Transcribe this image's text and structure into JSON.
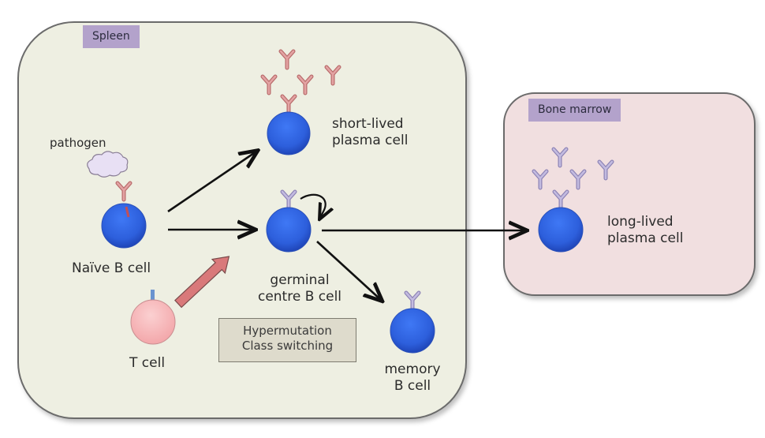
{
  "regions": {
    "spleen": {
      "label": "Spleen"
    },
    "bone_marrow": {
      "label": "Bone marrow"
    }
  },
  "cells": {
    "pathogen": {
      "label": "pathogen"
    },
    "naive_b": {
      "label": "Naïve B cell"
    },
    "t_cell": {
      "label": "T cell"
    },
    "short_lived": {
      "line1": "short-lived",
      "line2": "plasma cell"
    },
    "germinal": {
      "line1": "germinal",
      "line2": "centre B cell"
    },
    "memory": {
      "line1": "memory",
      "line2": "B cell"
    },
    "long_lived": {
      "line1": "long-lived",
      "line2": "plasma cell"
    }
  },
  "process_box": {
    "line1": "Hypermutation",
    "line2": "Class switching"
  },
  "colors": {
    "cell_blue": "#2f62e0",
    "antibody_red": "#d98a8a",
    "antibody_purple": "#a59bc7",
    "t_cell_pink": "#f7b7b9",
    "spleen_bg": "#eeefe2",
    "marrow_bg": "#f1dfe0",
    "tag_purple": "#b3a2cb"
  }
}
